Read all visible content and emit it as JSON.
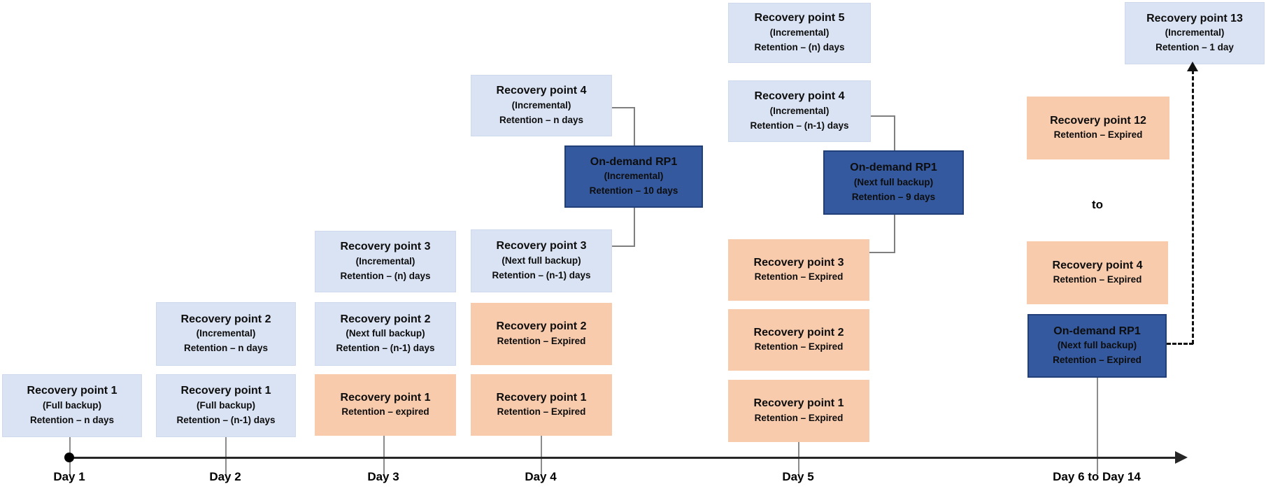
{
  "diagram": {
    "type": "backup-retention-timeline",
    "colors": {
      "active_recovery_point": "#dae3f3",
      "expired_recovery_point": "#f8cbad",
      "on_demand_recovery_point": "#35599e",
      "connector_line": "#7f7f7f",
      "timeline_axis": "#262626"
    }
  },
  "timeline": {
    "days": [
      {
        "label": "Day 1"
      },
      {
        "label": "Day 2"
      },
      {
        "label": "Day 3"
      },
      {
        "label": "Day 4"
      },
      {
        "label": "Day 5"
      },
      {
        "label": "Day 6 to Day 14"
      }
    ]
  },
  "labels": {
    "to": "to"
  },
  "boxes": {
    "day1_rp1": {
      "title": "Recovery point 1",
      "subtitle": "(Full backup)",
      "retention": "Retention – n days"
    },
    "day2_rp2": {
      "title": "Recovery point 2",
      "subtitle": "(Incremental)",
      "retention": "Retention – n days"
    },
    "day2_rp1": {
      "title": "Recovery point 1",
      "subtitle": "(Full backup)",
      "retention": "Retention – (n-1) days"
    },
    "day3_rp3": {
      "title": "Recovery point 3",
      "subtitle": "(Incremental)",
      "retention": "Retention – (n) days"
    },
    "day3_rp2": {
      "title": "Recovery point 2",
      "subtitle": "(Next full backup)",
      "retention": "Retention – (n-1) days"
    },
    "day3_rp1": {
      "title": "Recovery point 1",
      "retention": "Retention – expired"
    },
    "day4_rp4": {
      "title": "Recovery point 4",
      "subtitle": "(Incremental)",
      "retention": "Retention – n days"
    },
    "day4_ondemand": {
      "title": "On-demand RP1",
      "subtitle": "(Incremental)",
      "retention": "Retention – 10 days"
    },
    "day4_rp3": {
      "title": "Recovery point 3",
      "subtitle": "(Next full backup)",
      "retention": "Retention – (n-1) days"
    },
    "day4_rp2": {
      "title": "Recovery point 2",
      "retention": "Retention – Expired"
    },
    "day4_rp1": {
      "title": "Recovery point 1",
      "retention": "Retention – Expired"
    },
    "day5_rp5": {
      "title": "Recovery point 5",
      "subtitle": "(Incremental)",
      "retention": "Retention – (n) days"
    },
    "day5_rp4": {
      "title": "Recovery point 4",
      "subtitle": "(Incremental)",
      "retention": "Retention – (n-1) days"
    },
    "day5_ondemand": {
      "title": "On-demand RP1",
      "subtitle": "(Next full backup)",
      "retention": "Retention – 9 days"
    },
    "day5_rp3": {
      "title": "Recovery point 3",
      "retention": "Retention – Expired"
    },
    "day5_rp2": {
      "title": "Recovery point 2",
      "retention": "Retention – Expired"
    },
    "day5_rp1": {
      "title": "Recovery point 1",
      "retention": "Retention – Expired"
    },
    "day6_rp13": {
      "title": "Recovery point 13",
      "subtitle": "(Incremental)",
      "retention": "Retention – 1 day"
    },
    "day6_rp12": {
      "title": "Recovery point 12",
      "retention": "Retention – Expired"
    },
    "day6_rp4": {
      "title": "Recovery point 4",
      "retention": "Retention – Expired"
    },
    "day6_ondemand": {
      "title": "On-demand RP1",
      "subtitle": "(Next full backup)",
      "retention": "Retention – Expired"
    }
  }
}
